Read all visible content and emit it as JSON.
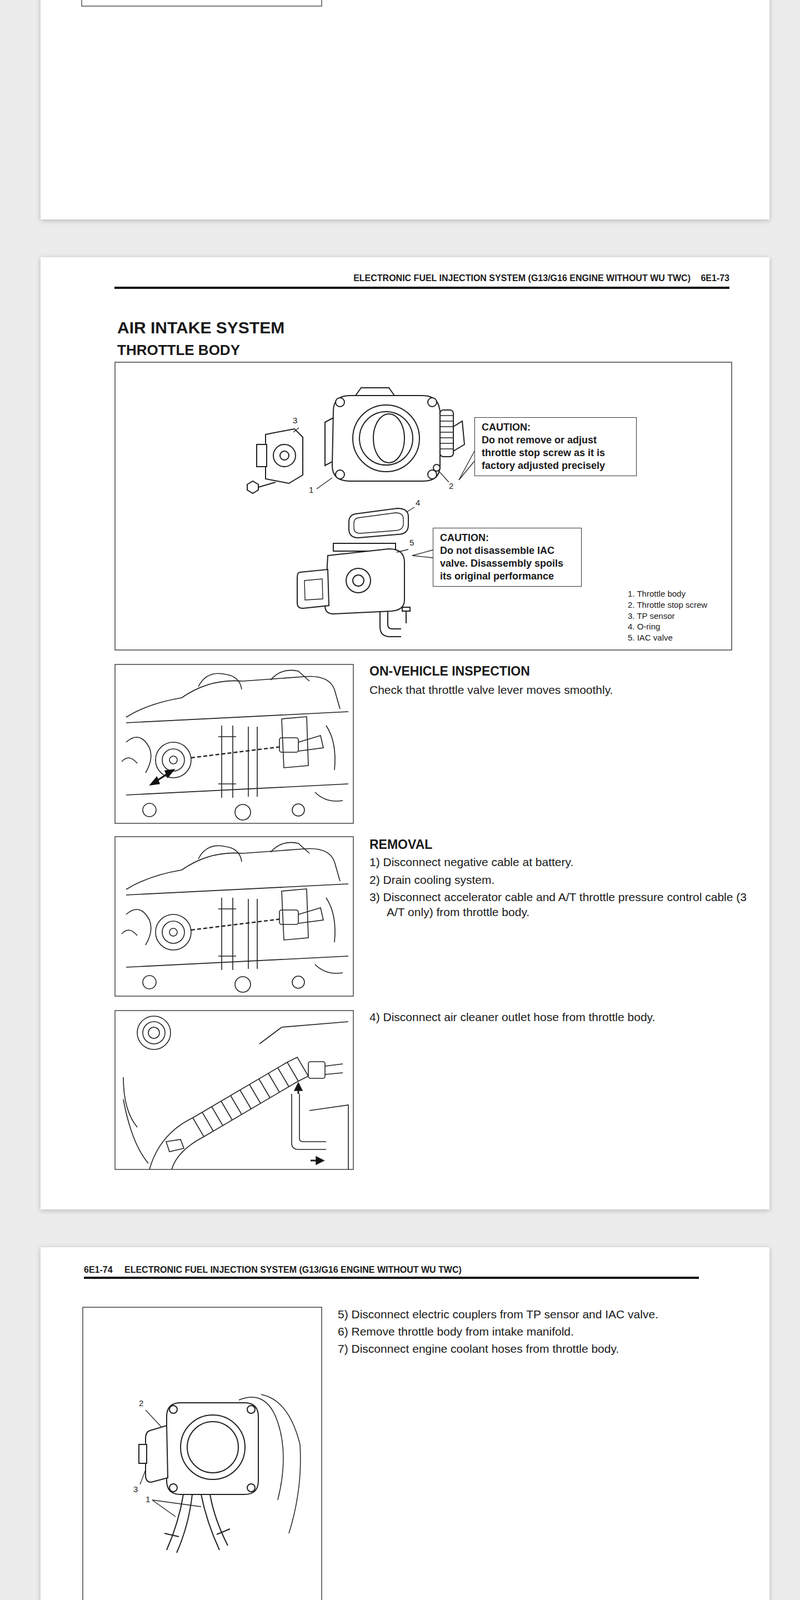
{
  "diagram": {
    "title": "AIR INTAKE SYSTEM",
    "nodes": [
      {
        "text": [
          "CAUTION:",
          "Do not remove or adjust throttle stop screw as it is factory adjusted precisely"
        ]
      },
      {
        "text": [
          "CAUTION:",
          "Do not disassemble IAC valve. Disassembly spoils its original performance"
        ]
      }
    ],
    "labels": [
      "ELECTRONIC FUEL INJECTION SYSTEM (G13/G16 ENGINE WITHOUT WU TWC)",
      "6E1-73",
      "THROTTLE BODY",
      "3",
      "1",
      "2",
      "4",
      "5",
      "1. Throttle body",
      "2. Throttle stop screw",
      "3. TP sensor",
      "4. O-ring",
      "5. IAC valve",
      "ON-VEHICLE INSPECTION",
      "Check that throttle valve lever moves smoothly.",
      "REMOVAL",
      "1) Disconnect negative cable at battery.",
      "2) Drain cooling system.",
      "3) Disconnect accelerator cable and A/T throttle pressure control cable (3 A/T only) from throttle body.",
      "4) Disconnect air cleaner outlet hose from throttle body.",
      "6E1-74",
      "ELECTRONIC FUEL INJECTION SYSTEM (G13/G16 ENGINE WITHOUT WU TWC)",
      "5) Disconnect electric couplers from TP sensor and IAC valve.",
      "6) Remove throttle body from intake manifold.",
      "7) Disconnect engine coolant hoses from throttle body.",
      "2",
      "3",
      "1"
    ]
  }
}
